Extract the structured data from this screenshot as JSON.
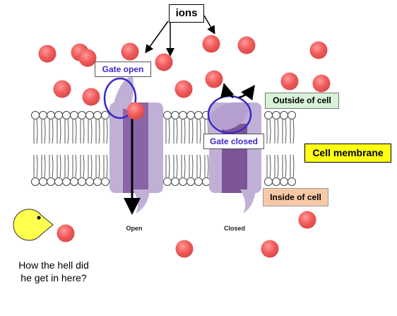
{
  "labels": {
    "ions": "ions",
    "gate_open": "Gate open",
    "gate_closed": "Gate closed",
    "outside": "Outside of cell",
    "membrane": "Cell membrane",
    "inside": "Inside of cell",
    "open": "Open",
    "closed": "Closed",
    "pacman_caption": [
      "How the hell did",
      "he get in here?"
    ]
  },
  "colors": {
    "ion": "#f05a5a",
    "channel": "#c0b0d6",
    "pore": "#7b5596",
    "gate_ring": "#3c28c8",
    "pacman": "#ffff4d"
  },
  "icons": [
    "pacman-icon",
    "ion-icon",
    "arrow-icon"
  ]
}
